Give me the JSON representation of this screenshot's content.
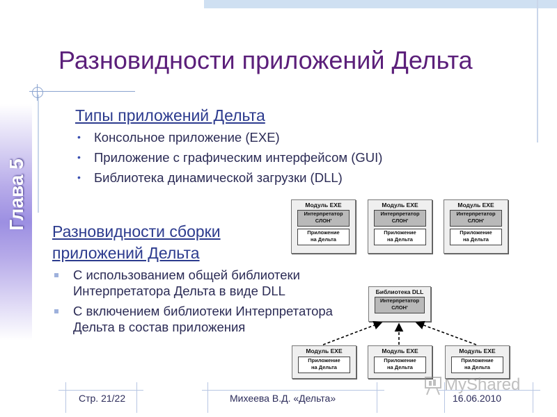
{
  "slide": {
    "chapter": "Глава 5",
    "title": "Разновидности приложений Дельта",
    "section1": {
      "heading": "Типы приложений Дельта",
      "items": [
        "Консольное приложение (EXE)",
        "Приложение с графическим интерфейсом (GUI)",
        "Библиотека динамической загрузки (DLL)"
      ]
    },
    "section2": {
      "heading_line1": "Разновидности сборки",
      "heading_line2": "приложений Дельта",
      "items": [
        "С использованием общей библиотеки Интерпретатора Дельта в виде DLL",
        "С включением библиотеки Интерпретатора Дельта в состав приложения"
      ]
    }
  },
  "diagram_top": {
    "modules": [
      {
        "title": "Модуль EXE",
        "interp_line1": "Интерпретатор",
        "interp_line2": "СЛОН'",
        "app_line1": "Приложение",
        "app_line2": "на Дельта"
      },
      {
        "title": "Модуль EXE",
        "interp_line1": "Интерпретатор",
        "interp_line2": "СЛОН'",
        "app_line1": "Приложение",
        "app_line2": "на Дельта"
      },
      {
        "title": "Модуль EXE",
        "interp_line1": "Интерпретатор",
        "interp_line2": "СЛОН'",
        "app_line1": "Приложение",
        "app_line2": "на Дельта"
      }
    ]
  },
  "diagram_bottom": {
    "library": {
      "title": "Библиотека DLL",
      "interp_line1": "Интерпретатор",
      "interp_line2": "СЛОН'"
    },
    "modules": [
      {
        "title": "Модуль EXE",
        "app_line1": "Приложение",
        "app_line2": "на Дельта"
      },
      {
        "title": "Модуль EXE",
        "app_line1": "Приложение",
        "app_line2": "на Дельта"
      },
      {
        "title": "Модуль EXE",
        "app_line1": "Приложение",
        "app_line2": "на Дельта"
      }
    ]
  },
  "footer": {
    "page": "Стр. 21/22",
    "author": "Михеева В.Д. «Дельта»",
    "date": "16.06.2010"
  },
  "watermark": {
    "text": "MyShared",
    "icon": "presentation-board-icon"
  }
}
